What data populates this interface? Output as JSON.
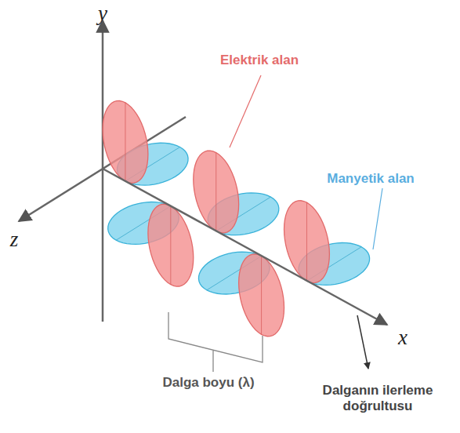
{
  "diagram": {
    "labels": [
      "y",
      "z",
      "x",
      "Elektrik alan",
      "Manyetik alan",
      "Dalga boyu (λ)",
      "Dalganın ilerleme doğrultusu"
    ]
  }
}
